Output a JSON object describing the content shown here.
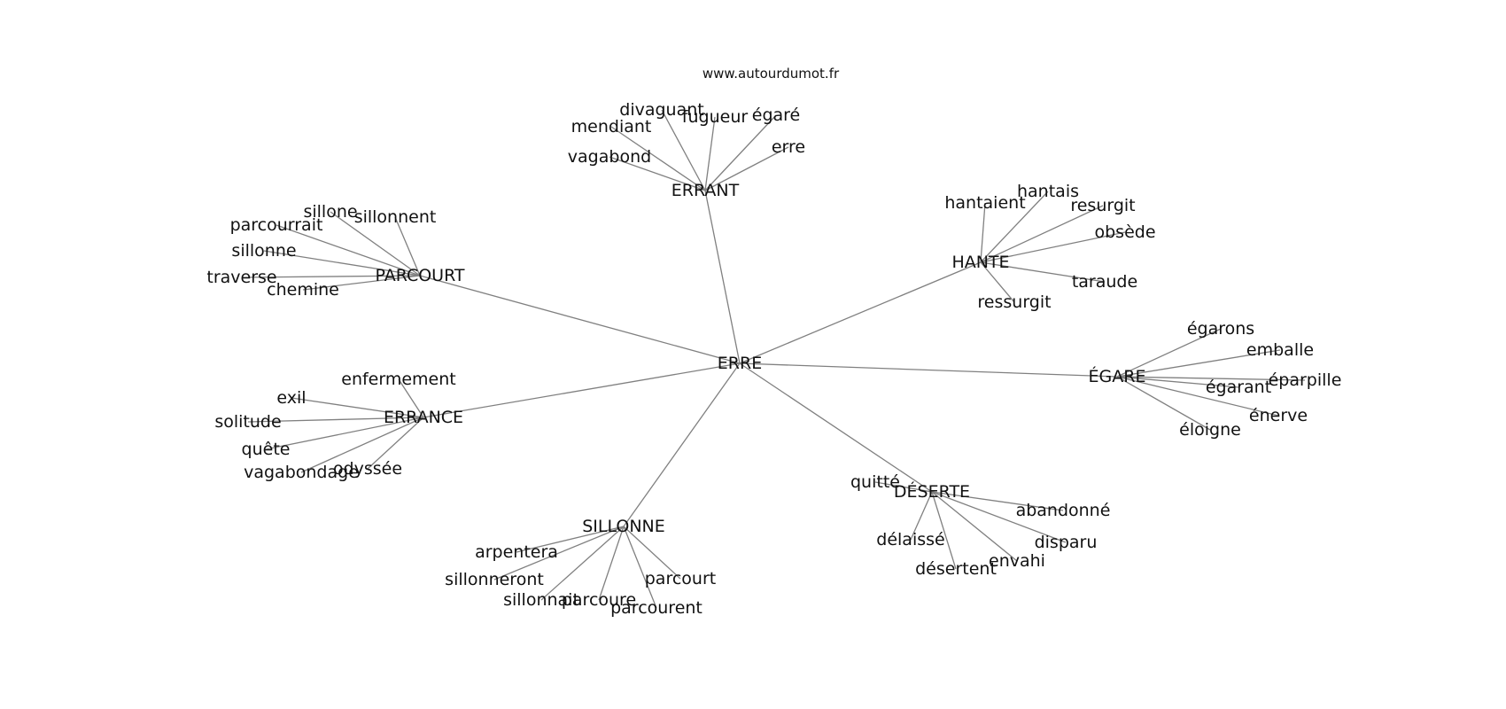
{
  "header": {
    "website": "www.autourdumot.fr"
  },
  "graph": {
    "root": "ERRE",
    "clusters": [
      {
        "hub": "ERRANT",
        "words": [
          "divaguant",
          "fugueur",
          "égaré",
          "mendiant",
          "vagabond",
          "erre"
        ]
      },
      {
        "hub": "PARCOURT",
        "words": [
          "sillone",
          "sillonnent",
          "parcourrait",
          "sillonne",
          "traverse",
          "chemine"
        ]
      },
      {
        "hub": "HANTE",
        "words": [
          "hantaient",
          "hantais",
          "resurgit",
          "obsède",
          "taraude",
          "ressurgit"
        ]
      },
      {
        "hub": "ÉGARE",
        "words": [
          "égarons",
          "emballe",
          "éparpille",
          "égarant",
          "énerve",
          "éloigne"
        ]
      },
      {
        "hub": "ERRANCE",
        "words": [
          "enfermement",
          "exil",
          "solitude",
          "quête",
          "vagabondage",
          "odyssée"
        ]
      },
      {
        "hub": "DÉSERTE",
        "words": [
          "quitté",
          "abandonné",
          "délaissé",
          "disparu",
          "envahi",
          "désertent"
        ]
      },
      {
        "hub": "SILLONNE",
        "words": [
          "arpentera",
          "sillonneront",
          "sillonnait",
          "parcoure",
          "parcourt",
          "parcourent"
        ]
      }
    ]
  }
}
